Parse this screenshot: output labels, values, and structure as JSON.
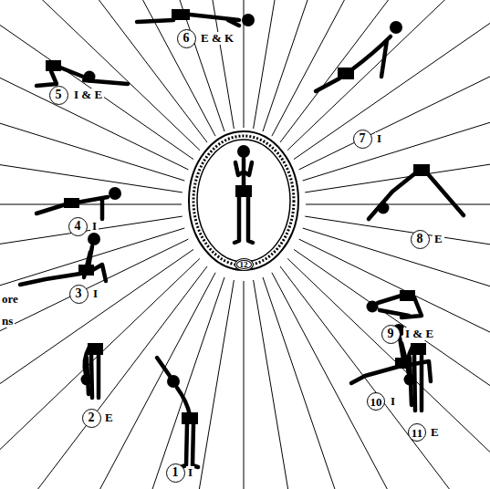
{
  "diagram": {
    "nodes": [
      {
        "text": [
          "1"
        ]
      },
      {
        "text": [
          "2"
        ]
      },
      {
        "text": [
          "3"
        ]
      },
      {
        "text": [
          "4"
        ]
      },
      {
        "text": [
          "5"
        ]
      },
      {
        "text": [
          "6"
        ]
      },
      {
        "text": [
          "7"
        ]
      },
      {
        "text": [
          "8"
        ]
      },
      {
        "text": [
          "9"
        ]
      },
      {
        "text": [
          "10"
        ]
      },
      {
        "text": [
          "11"
        ]
      },
      {
        "text": [
          "12"
        ]
      }
    ],
    "labels": [
      "I",
      "E",
      "I",
      "I",
      "I & E",
      "E & K",
      "I",
      "E",
      "I & E",
      "I",
      "E",
      "ore",
      "ns"
    ]
  }
}
